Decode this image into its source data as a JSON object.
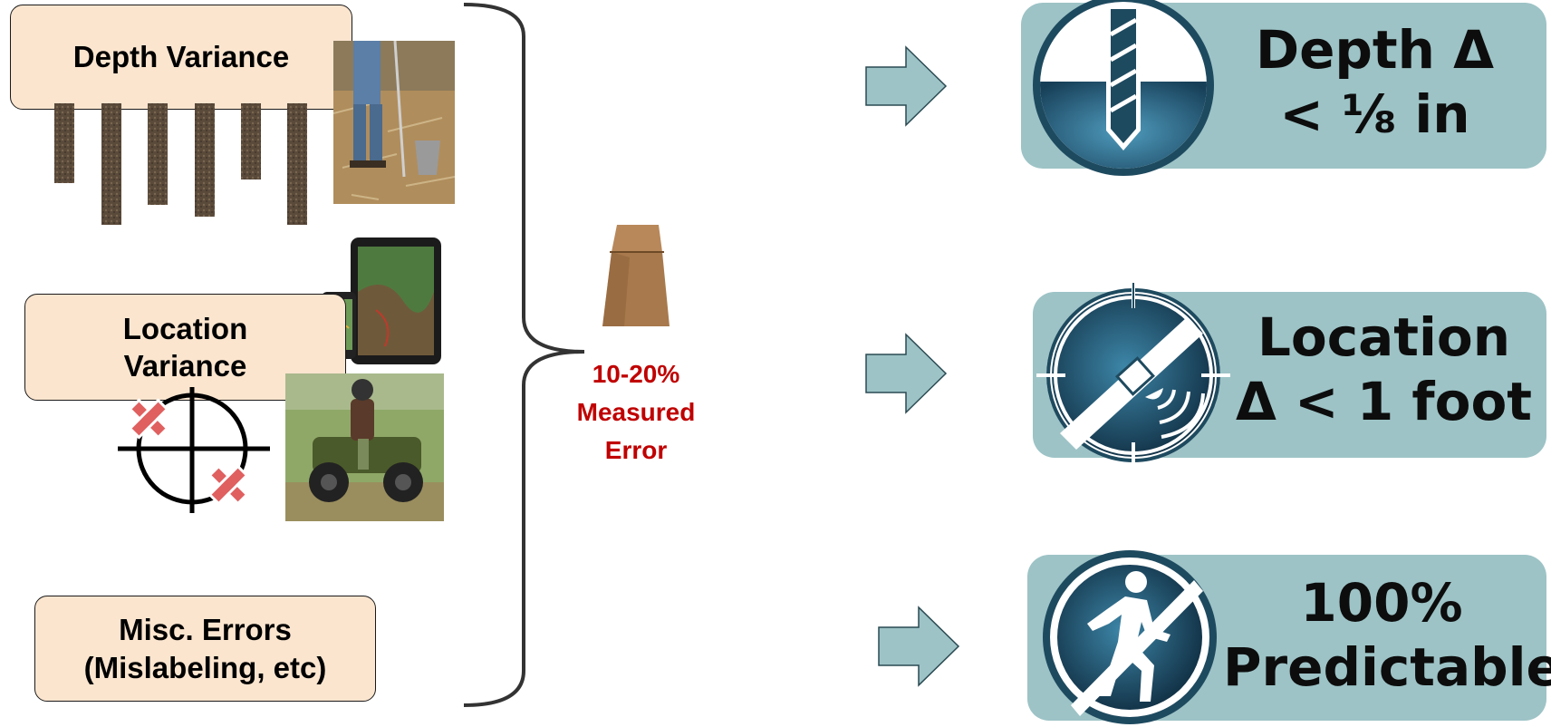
{
  "sources": {
    "depth": {
      "label": "Depth Variance"
    },
    "location": {
      "line1": "Location",
      "line2": "Variance"
    },
    "misc": {
      "line1": "Misc. Errors",
      "line2": "(Mislabeling, etc)"
    }
  },
  "result": {
    "line1": "10-20%",
    "line2": "Measured",
    "line3": "Error"
  },
  "outcomes": [
    {
      "line1": "Depth Δ",
      "line2": "< ⅛ in",
      "icon": "drill-bit-icon"
    },
    {
      "line1": "Location",
      "line2": "Δ < 1 foot",
      "icon": "satellite-target-icon"
    },
    {
      "line1": "100%",
      "line2": "Predictable",
      "icon": "no-walking-icon"
    }
  ],
  "colors": {
    "source_fill": "#fbe5cf",
    "callout_fill": "#9dc3c6",
    "arrow_fill": "#9dc3c6",
    "error_text": "#c00000",
    "icon_dark": "#1e4a5f",
    "marker_red": "#e06060"
  }
}
